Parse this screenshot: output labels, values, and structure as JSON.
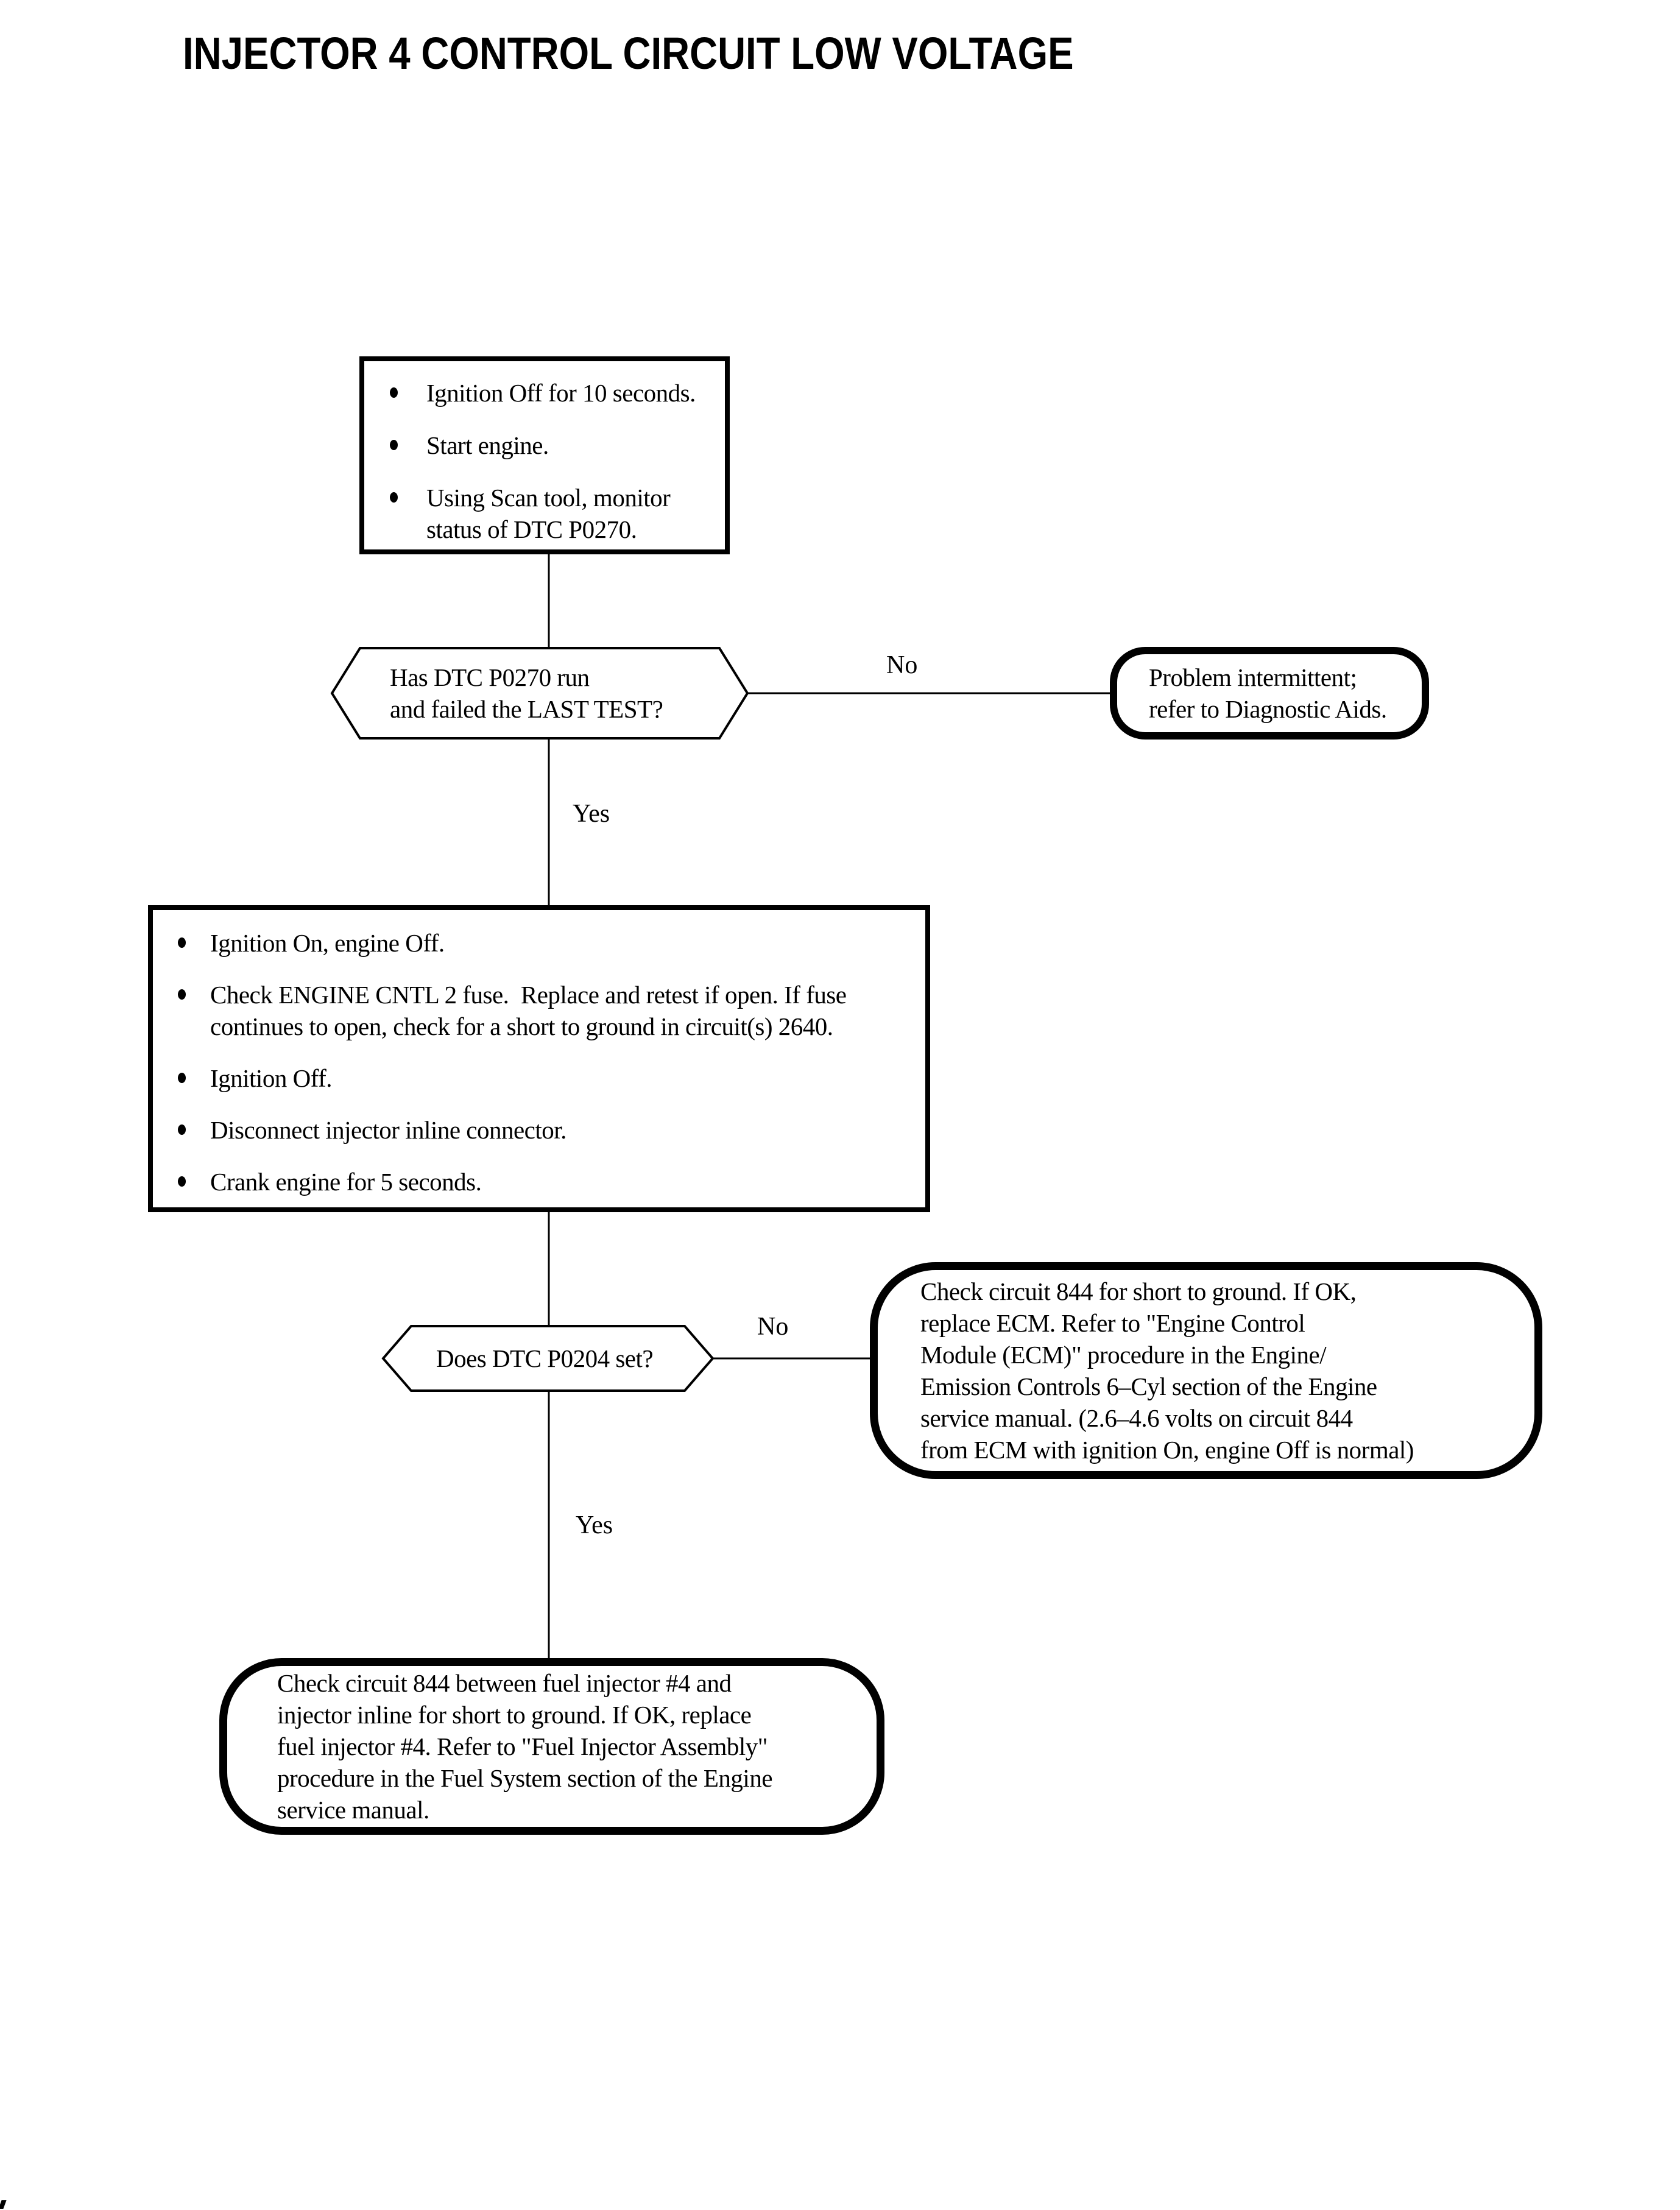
{
  "colors": {
    "ink": "#000000",
    "paper": "#ffffff"
  },
  "title": "INJECTOR 4 CONTROL CIRCUIT LOW VOLTAGE",
  "labels": {
    "yes": "Yes",
    "no": "No"
  },
  "step1": {
    "items": [
      [
        "Ignition Off for 10 seconds."
      ],
      [
        "Start engine."
      ],
      [
        "Using Scan tool, monitor",
        "status of DTC P0270."
      ]
    ]
  },
  "decision1": {
    "lines": [
      "Has DTC P0270 run",
      "and failed the LAST TEST?"
    ]
  },
  "terminal1": {
    "lines": [
      "Problem intermittent;",
      "refer to Diagnostic Aids."
    ]
  },
  "step2": {
    "items": [
      [
        "Ignition On, engine Off."
      ],
      [
        "Check ENGINE CNTL 2 fuse.  Replace and retest if open. If fuse",
        "continues to open, check for a short to ground in circuit(s) 2640."
      ],
      [
        "Ignition Off."
      ],
      [
        "Disconnect injector inline connector."
      ],
      [
        "Crank engine for 5 seconds."
      ]
    ]
  },
  "decision2": {
    "lines": [
      "Does DTC P0204 set?"
    ]
  },
  "terminal2": {
    "lines": [
      "Check circuit 844 for short to ground. If OK,",
      "replace ECM. Refer to \"Engine Control",
      "Module (ECM)\" procedure in the Engine/",
      "Emission Controls 6–Cyl section of the Engine",
      "service manual. (2.6–4.6 volts on circuit 844",
      "from ECM with ignition On, engine Off is normal)"
    ]
  },
  "terminal3": {
    "lines": [
      "Check circuit 844 between fuel injector #4 and",
      "injector inline for short to ground. If OK, replace",
      "fuel injector #4. Refer to \"Fuel Injector Assembly\"",
      "procedure in the Fuel System section of the Engine",
      "service manual."
    ]
  }
}
